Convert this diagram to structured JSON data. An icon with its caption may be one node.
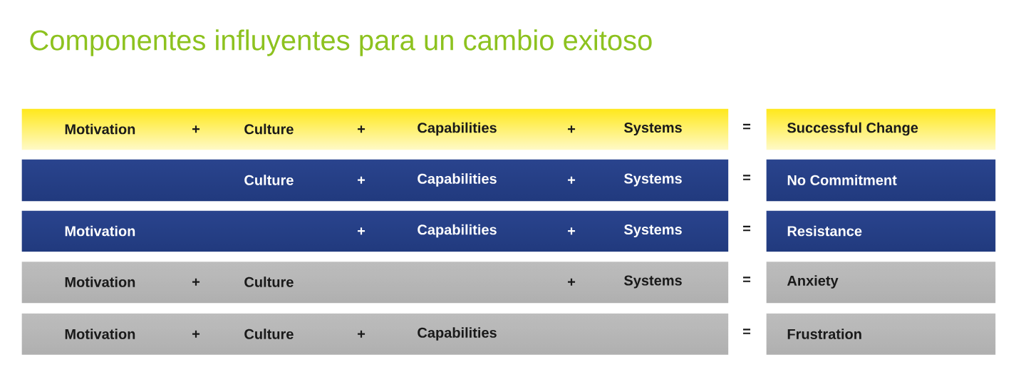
{
  "diagram": {
    "title": "Componentes influyentes para un cambio exitoso",
    "nodes": [
      {
        "text": [
          "Motivation",
          "+",
          "Culture",
          "+",
          "Capabilities",
          "+",
          "Systems"
        ]
      },
      {
        "text": [
          "Culture",
          "+",
          "Capabilities",
          "+",
          "Systems"
        ]
      },
      {
        "text": [
          "Motivation",
          "+",
          "Capabilities",
          "+",
          "Systems"
        ]
      },
      {
        "text": [
          "Motivation",
          "+",
          "Culture",
          "+",
          "Systems"
        ]
      },
      {
        "text": [
          "Motivation",
          "+",
          "Culture",
          "+",
          "Capabilities"
        ]
      },
      {
        "text": [
          "Successful Change"
        ]
      },
      {
        "text": [
          "No Commitment"
        ]
      },
      {
        "text": [
          "Resistance"
        ]
      },
      {
        "text": [
          "Anxiety"
        ]
      },
      {
        "text": [
          "Frustration"
        ]
      }
    ],
    "labels": [
      "=",
      "=",
      "=",
      "=",
      "="
    ]
  }
}
